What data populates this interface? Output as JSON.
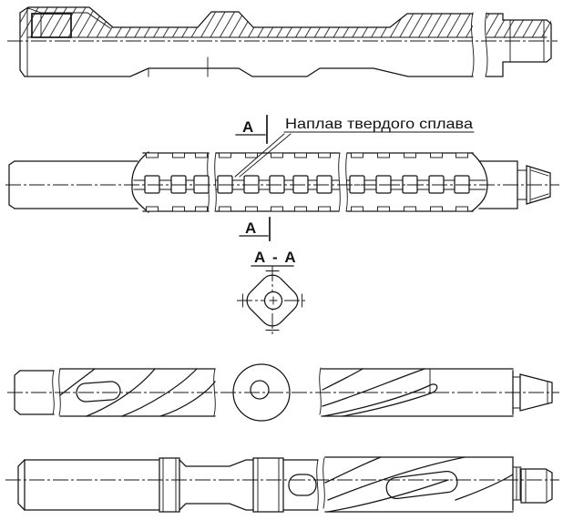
{
  "page": {
    "background": "#ffffff",
    "ink": "#141414",
    "kind": "technical-drawing"
  },
  "labels": {
    "section_marker_upper": "А",
    "section_marker_lower": "А",
    "hardfacing_note": "Наплав твердого сплава",
    "section_view_title": "А - А"
  }
}
